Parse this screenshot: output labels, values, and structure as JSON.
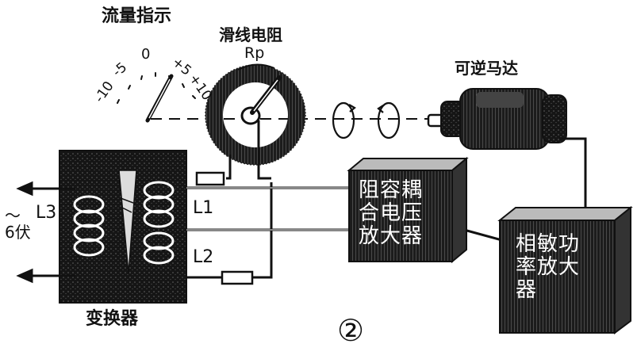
{
  "labels": {
    "flow_indicator": "流量指示",
    "slide_resistor": "滑线电阻",
    "rp": "Rp",
    "reversible_motor": "可逆马达",
    "converter": "变换器",
    "rc_amplifier": "阻容耦\n合电压\n放大器",
    "phase_amplifier": "相敏功\n率放大\n器",
    "l1": "L1",
    "l2": "L2",
    "l3": "L3",
    "supply": "～\n6伏",
    "figure_number": "②"
  },
  "scale": {
    "ticks": [
      "-10",
      "-5",
      "0",
      "+5",
      "+10"
    ]
  },
  "colors": {
    "ink": "#111111",
    "box_fill": "#1a1a1a",
    "paper": "#ffffff"
  }
}
